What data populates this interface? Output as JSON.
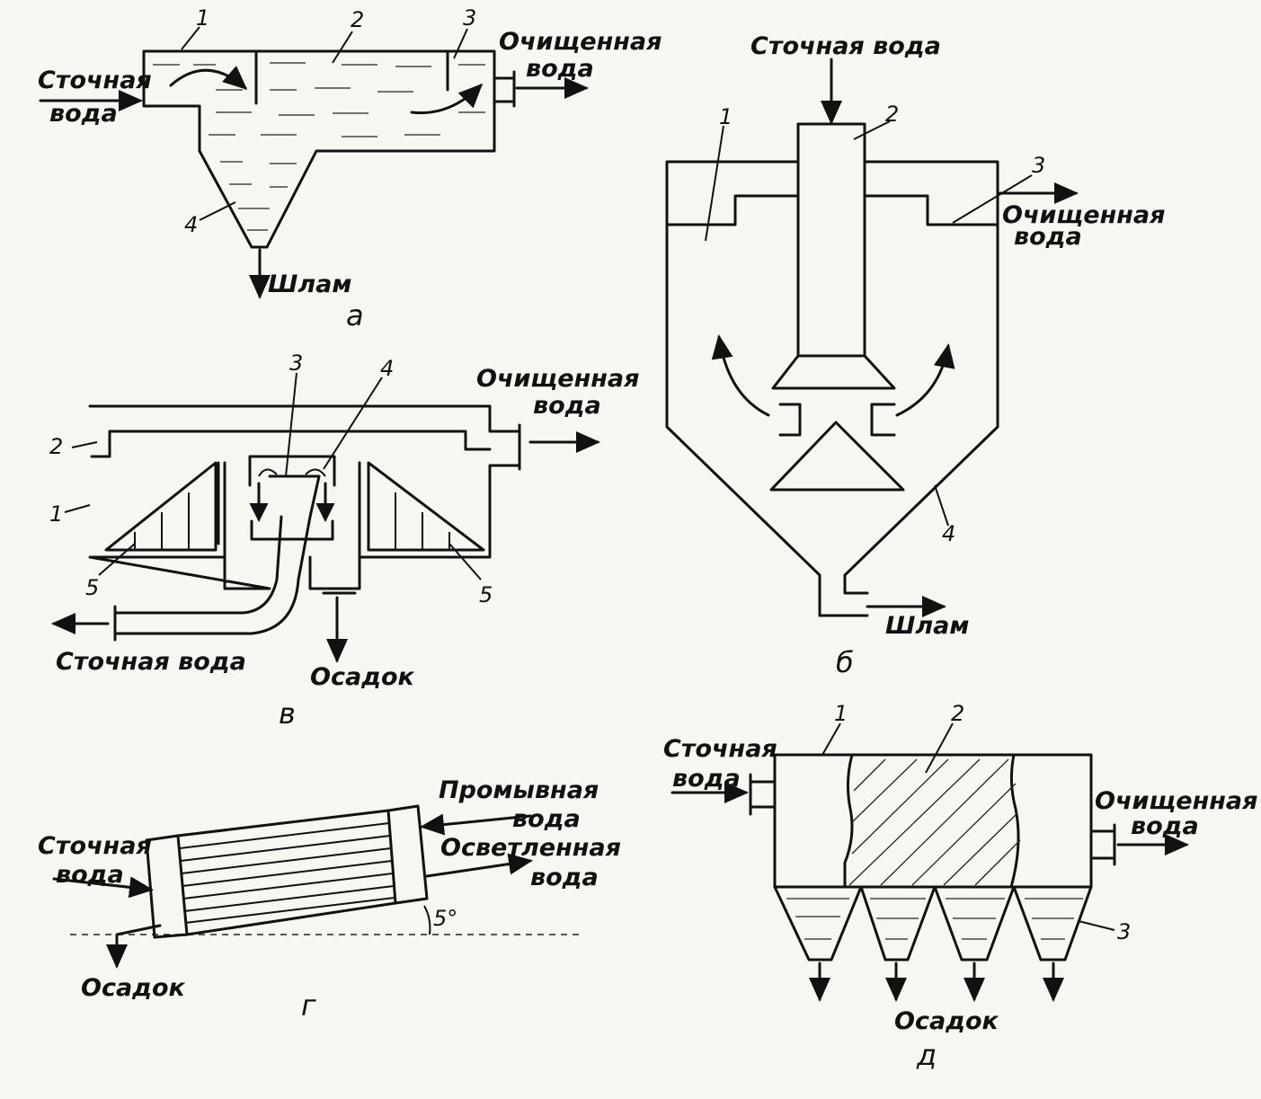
{
  "diagram_a": {
    "caption": "а",
    "inlet": [
      "Сточная",
      "вода"
    ],
    "outlet": [
      "Очищенная",
      "вода"
    ],
    "sludge": "Шлам",
    "numbers": [
      "1",
      "2",
      "3",
      "4"
    ]
  },
  "diagram_b": {
    "caption": "б",
    "inlet": "Сточная вода",
    "outlet": [
      "Очищенная",
      "вода"
    ],
    "sludge": "Шлам",
    "numbers": [
      "1",
      "2",
      "3",
      "4"
    ]
  },
  "diagram_v": {
    "caption": "в",
    "inlet": "Сточная вода",
    "outlet": [
      "Очищенная",
      "вода"
    ],
    "sediment": "Осадок",
    "numbers": [
      "1",
      "2",
      "3",
      "4",
      "5",
      "5"
    ]
  },
  "diagram_g": {
    "caption": "г",
    "inlet": [
      "Сточная",
      "вода"
    ],
    "wash": [
      "Промывная",
      "вода"
    ],
    "clarified": [
      "Осветленная",
      "вода"
    ],
    "sediment": "Осадок",
    "angle": "5°"
  },
  "diagram_d": {
    "caption": "д",
    "inlet": [
      "Сточная",
      "вода"
    ],
    "outlet": [
      "Очищенная",
      "вода"
    ],
    "sediment": "Осадок",
    "numbers": [
      "1",
      "2",
      "3"
    ]
  }
}
